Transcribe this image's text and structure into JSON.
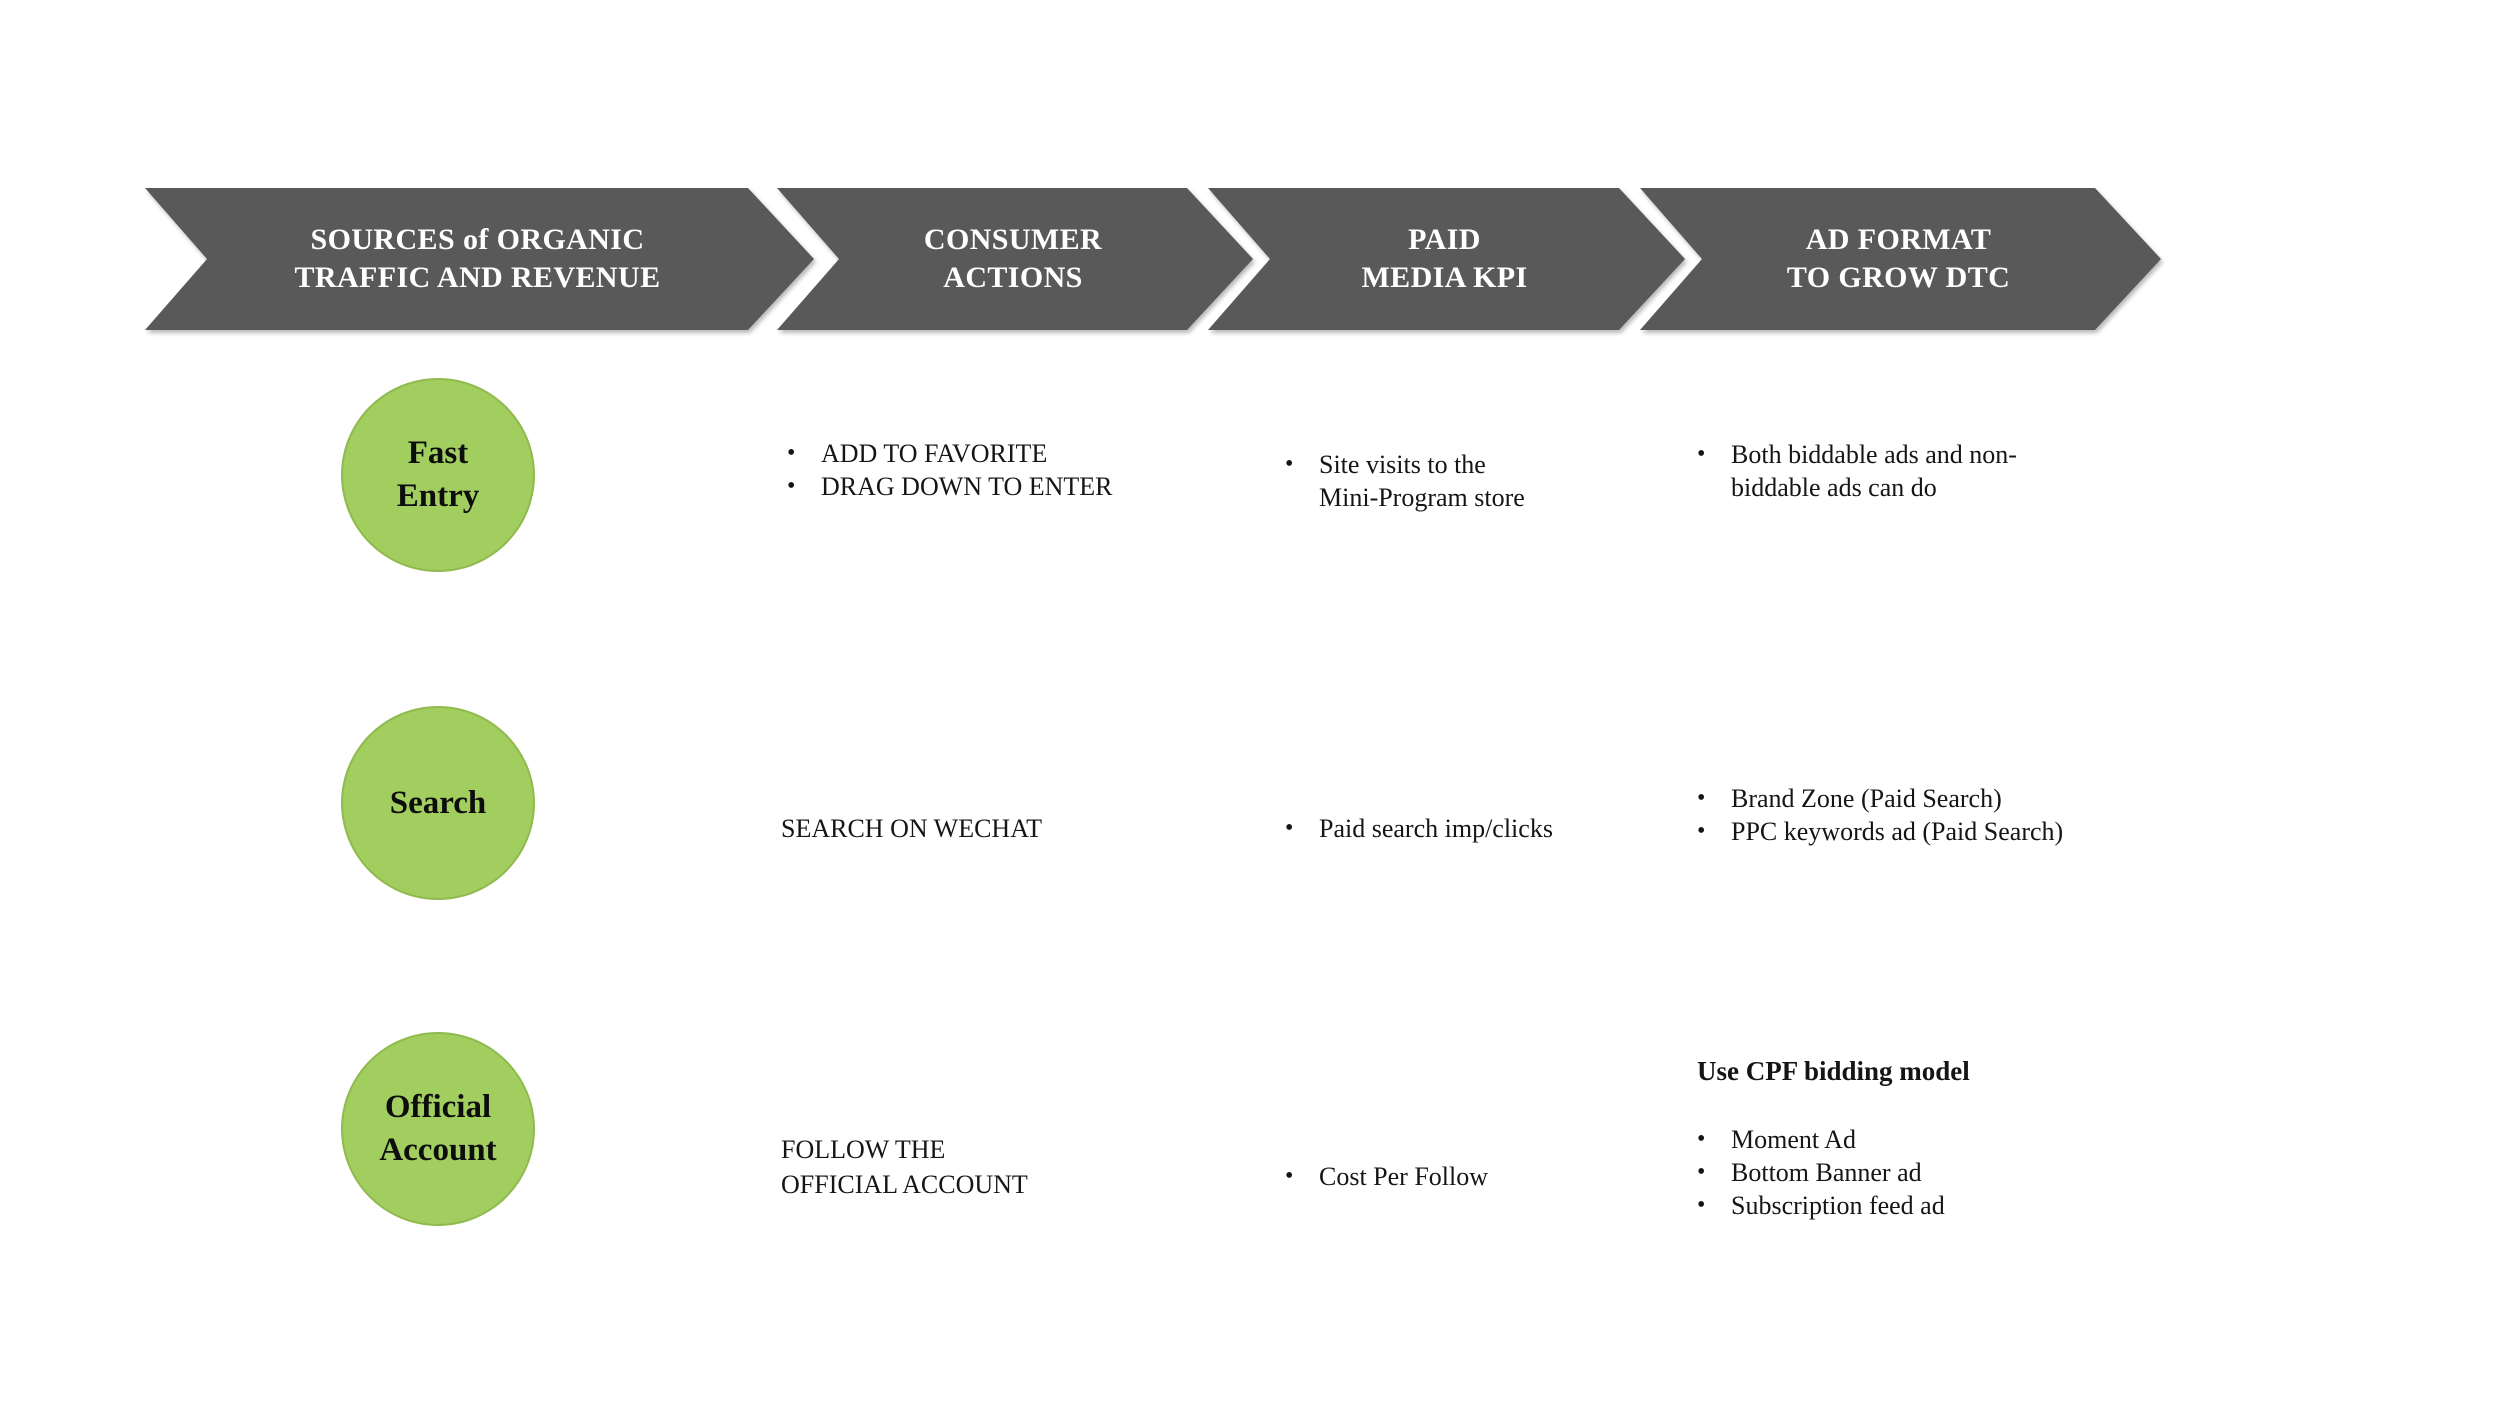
{
  "colors": {
    "arrow_fill": "#595959",
    "arrow_text": "#ffffff",
    "circle_fill": "#a2ce5f",
    "body_text": "#151515",
    "background": "#ffffff"
  },
  "headers": [
    {
      "line1": "SOURCES of ORGANIC",
      "line2": "TRAFFIC AND REVENUE"
    },
    {
      "line1": "CONSUMER",
      "line2": "ACTIONS"
    },
    {
      "line1": "PAID",
      "line2": "MEDIA KPI"
    },
    {
      "line1": "AD FORMAT",
      "line2": "TO GROW DTC"
    }
  ],
  "rows": [
    {
      "circle": {
        "label": "Fast Entry"
      },
      "actions": {
        "bullets": [
          "ADD TO FAVORITE",
          "DRAG DOWN TO ENTER"
        ]
      },
      "kpi": {
        "bullets": [
          "Site visits to the Mini-Program store"
        ]
      },
      "ad_format": {
        "bullets": [
          "Both biddable ads and non-biddable ads can do"
        ]
      }
    },
    {
      "circle": {
        "label": "Search"
      },
      "actions": {
        "text": "SEARCH ON WECHAT"
      },
      "kpi": {
        "bullets": [
          "Paid search imp/clicks"
        ]
      },
      "ad_format": {
        "bullets": [
          "Brand Zone (Paid Search)",
          "PPC keywords ad (Paid Search)"
        ]
      }
    },
    {
      "circle": {
        "label": "Official Account"
      },
      "actions": {
        "text": "FOLLOW THE OFFICIAL ACCOUNT"
      },
      "kpi": {
        "bullets": [
          "Cost Per Follow"
        ]
      },
      "ad_format": {
        "heading": "Use CPF bidding model",
        "bullets": [
          "Moment Ad",
          "Bottom Banner ad",
          "Subscription feed ad"
        ]
      }
    }
  ],
  "bullet_glyph": "•"
}
